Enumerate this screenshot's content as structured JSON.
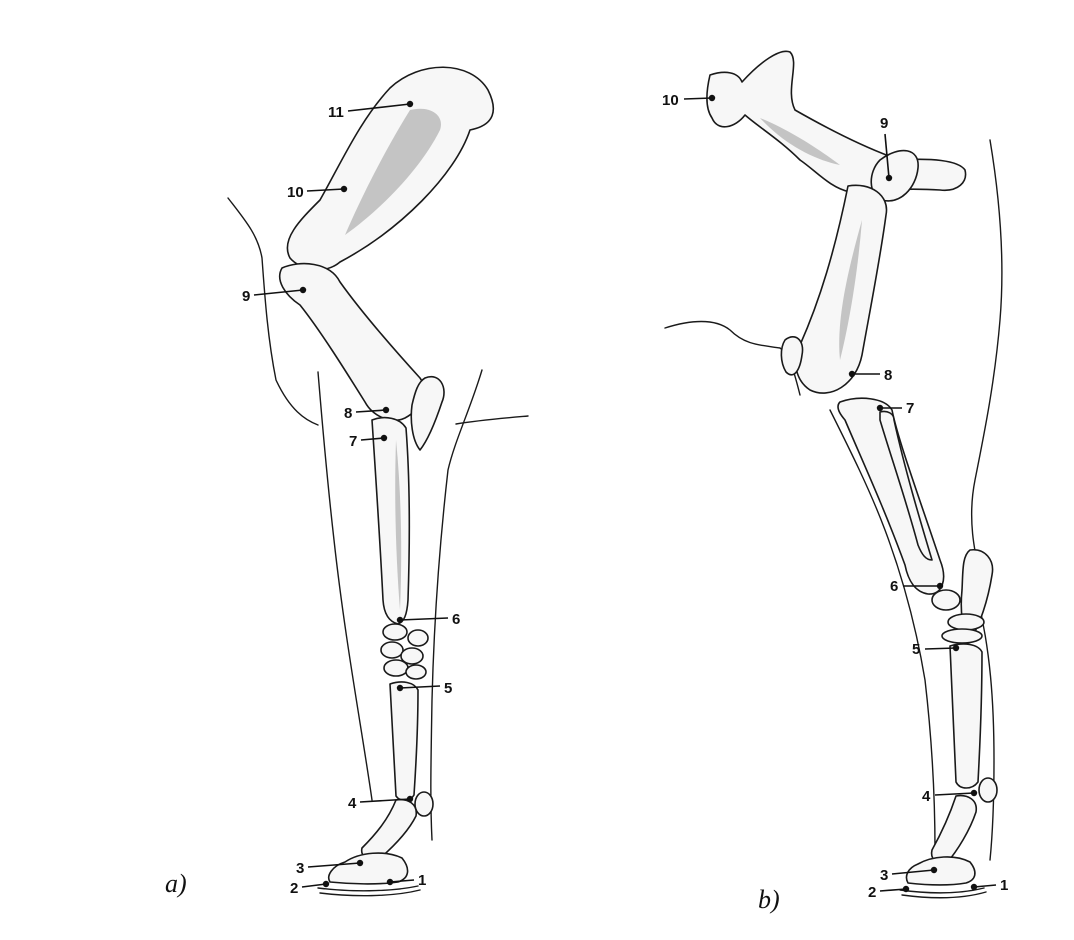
{
  "panels": [
    {
      "letter": "a)",
      "labels": {
        "n1": "1",
        "n2": "2",
        "n3": "3",
        "n4": "4",
        "n5": "5",
        "n6": "6",
        "n7": "7",
        "n8": "8",
        "n9": "9",
        "n10": "10",
        "n11": "11"
      }
    },
    {
      "letter": "b)",
      "labels": {
        "n1": "1",
        "n2": "2",
        "n3": "3",
        "n4": "4",
        "n5": "5",
        "n6": "6",
        "n7": "7",
        "n8": "8",
        "n9": "9",
        "n10": "10"
      }
    }
  ]
}
